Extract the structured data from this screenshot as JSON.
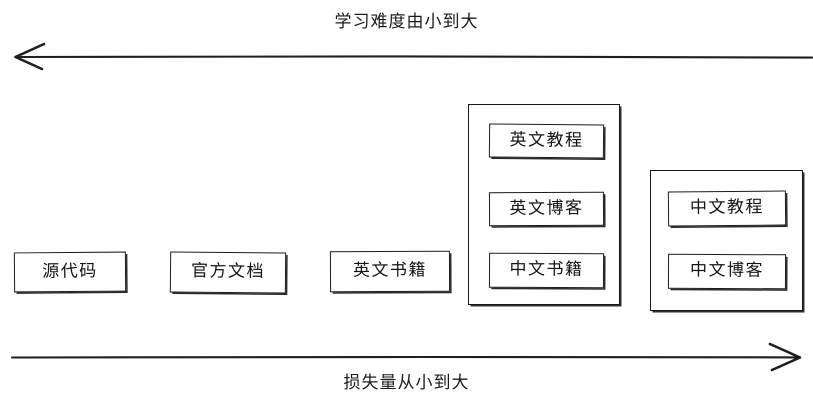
{
  "diagram": {
    "top_axis": {
      "label": "学习难度由小到大",
      "direction": "left",
      "icon": "arrow-left-icon"
    },
    "bottom_axis": {
      "label": "损失量从小到大",
      "direction": "right",
      "icon": "arrow-right-icon"
    },
    "standalone_items": [
      {
        "label": "源代码"
      },
      {
        "label": "官方文档"
      },
      {
        "label": "英文书籍"
      }
    ],
    "groups": [
      {
        "name": "group-english",
        "items": [
          {
            "label": "英文教程"
          },
          {
            "label": "英文博客"
          },
          {
            "label": "中文书籍"
          }
        ]
      },
      {
        "name": "group-chinese",
        "items": [
          {
            "label": "中文教程"
          },
          {
            "label": "中文博客"
          }
        ]
      }
    ],
    "colors": {
      "stroke": "#1c1c1c",
      "text": "#141414",
      "background": "#ffffff"
    }
  }
}
